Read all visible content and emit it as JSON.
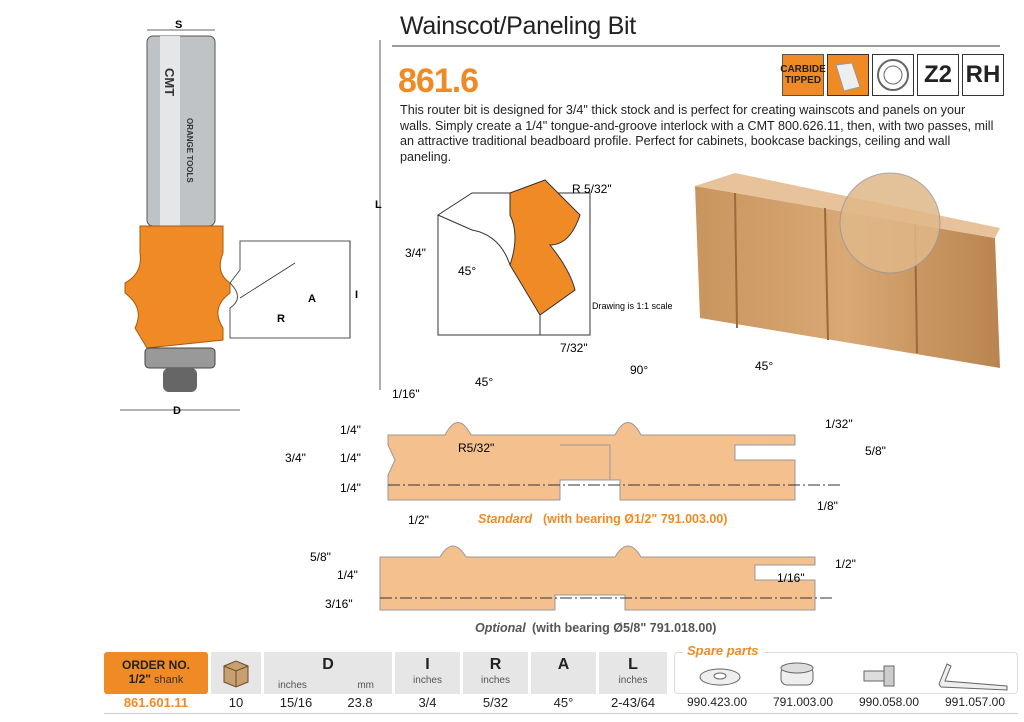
{
  "header": {
    "title": "Wainscot/Paneling Bit",
    "code": "861.6"
  },
  "badges": {
    "carbide": [
      "CARBIDE",
      "TIPPED"
    ],
    "z": "Z2",
    "rh": "RH"
  },
  "description": "This router bit is designed for 3/4\" thick stock and is perfect for creating wainscots and panels on your walls. Simply create a 1/4\" tongue-and-groove interlock with a CMT 800.626.11, then, with two passes, mill an attractive traditional beadboard profile. Perfect for cabinets, bookcase backings, ceiling and wall paneling.",
  "bit_drawing": {
    "s": "S",
    "l": "L",
    "i": "I",
    "a": "A",
    "r": "R",
    "d": "D",
    "brand": "CMT",
    "brand2": "ORANGE TOOLS"
  },
  "section_drawing": {
    "radius": "R 5/32\"",
    "height": "3/4\"",
    "angle": "45°",
    "width": "7/32\"",
    "scale_note": "Drawing is 1:1 scale"
  },
  "standard_profile": {
    "angles": [
      "45°",
      "90°",
      "45°"
    ],
    "dims_left": [
      "1/4\"",
      "1/4\"",
      "1/4\""
    ],
    "total": "3/4\"",
    "top_offset": "1/16\"",
    "radius": "R5/32\"",
    "right_top": "1/32\"",
    "right_total": "5/8\"",
    "right_bottom": "1/8\"",
    "bottom_left": "1/2\"",
    "caption_em": "Standard",
    "caption": " (with bearing Ø1/2\" 791.003.00)"
  },
  "optional_profile": {
    "dims_left": [
      "5/8\"",
      "1/4\"",
      "3/16\""
    ],
    "right_small": "1/16\"",
    "right_total": "1/2\"",
    "caption_em": "Optional",
    "caption": " (with bearing Ø5/8\" 791.018.00)"
  },
  "table": {
    "order_label": "ORDER NO.",
    "shank_label": "1/2\"",
    "shank_suffix": " shank",
    "headers": {
      "D": "D",
      "I": "I",
      "R": "R",
      "A": "A",
      "L": "L"
    },
    "units": {
      "inches": "inches",
      "mm": "mm"
    },
    "spare_parts_title": "Spare parts",
    "row": {
      "order_no": "861.601.11",
      "qty": "10",
      "d_in": "15/16",
      "d_mm": "23.8",
      "i": "3/4",
      "r": "5/32",
      "a": "45°",
      "l": "2-43/64"
    },
    "spare_parts": [
      "990.423.00",
      "791.003.00",
      "990.058.00",
      "991.057.00"
    ]
  },
  "colors": {
    "accent": "#f08a24",
    "wood": "#f3c08e",
    "grey": "#e6e6e6"
  }
}
